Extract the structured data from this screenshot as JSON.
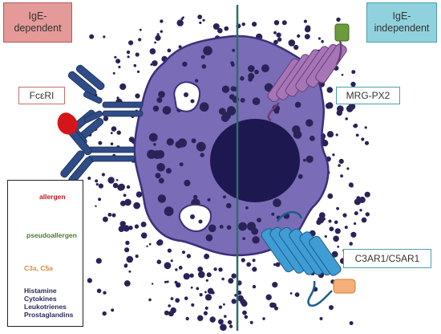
{
  "labels": {
    "ige_dependent": "IgE-\ndependent",
    "ige_independent": "IgE-\nindependent",
    "fceri": "FcεRI",
    "mrgpx2": "MRG-PX2",
    "c3ar1_c5ar1": "C3AR1/C5AR1"
  },
  "legend": {
    "allergen": "allergen",
    "pseudoallergen": "pseudoallergen",
    "c3a_c5a": "C3a, C5a",
    "mediators": [
      "Histamine",
      "Cytokines",
      "Leukotrienes",
      "Prostaglandins"
    ]
  },
  "colors": {
    "cell_fill": "#7a6cb6",
    "cell_edge": "#3b2f7a",
    "nucleus": "#1e1850",
    "granule": "#2a2358",
    "ige_receptor": "#2f4c86",
    "allergen": "#d4161b",
    "pseudoallergen": "#6a9a3a",
    "mrgpx2_receptor": "#a575b5",
    "c3ar_receptor": "#3f9cd4",
    "c3a": "#f3b07a",
    "divider": "#2e6e6a",
    "ige_dependent_box": "#e39a98",
    "ige_independent_box": "#8fd2de"
  }
}
